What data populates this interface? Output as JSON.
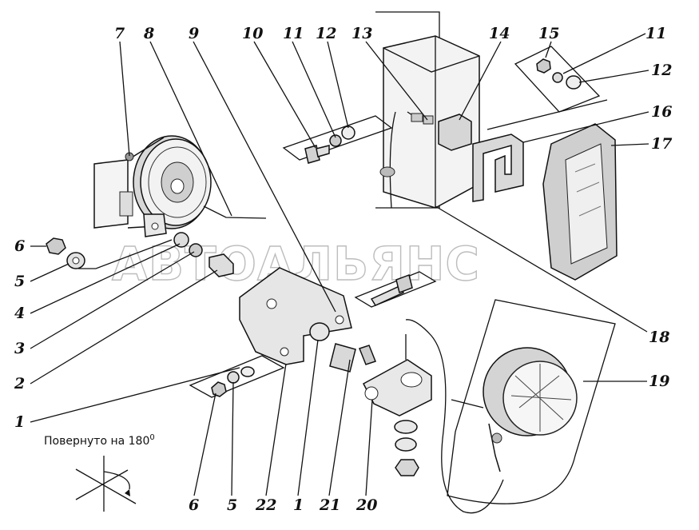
{
  "note_rotated": "Повернуто на 180",
  "note_degree": "0",
  "watermark": "АВТОАЛЬЯНС",
  "callouts": {
    "c7": "7",
    "c8": "8",
    "c9": "9",
    "c10": "10",
    "c11a": "11",
    "c12a": "12",
    "c13": "13",
    "c14": "14",
    "c15": "15",
    "c11b": "11",
    "c12b": "12",
    "c16": "16",
    "c17": "17",
    "c6a": "6",
    "c5a": "5",
    "c4": "4",
    "c3": "3",
    "c2": "2",
    "c1a": "1",
    "c18": "18",
    "c19": "19",
    "c6b": "6",
    "c5b": "5",
    "c22": "22",
    "c1b": "1",
    "c21": "21",
    "c20": "20"
  }
}
